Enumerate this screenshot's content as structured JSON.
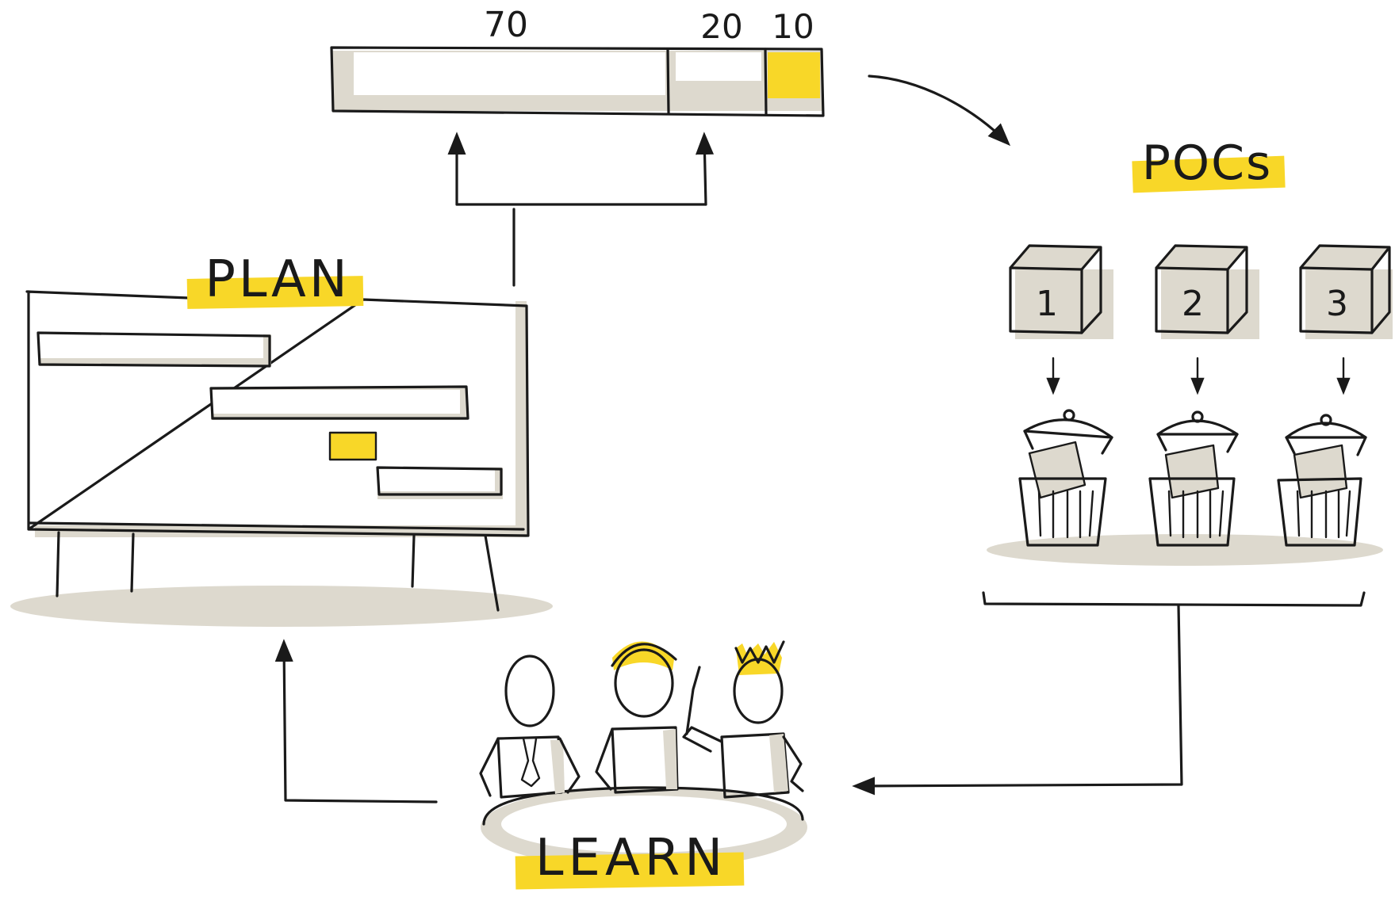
{
  "labels": {
    "plan": "PLAN",
    "pocs": "POCs",
    "learn": "LEARN"
  },
  "split_bar": {
    "segments": [
      {
        "label": "70",
        "value": 70,
        "highlight": false
      },
      {
        "label": "20",
        "value": 20,
        "highlight": false
      },
      {
        "label": "10",
        "value": 10,
        "highlight": true
      }
    ]
  },
  "pocs": {
    "boxes": [
      "1",
      "2",
      "3"
    ]
  },
  "colors": {
    "highlight": "#f8d728",
    "shade": "#ddd9ce",
    "ink": "#1a1a1a"
  }
}
